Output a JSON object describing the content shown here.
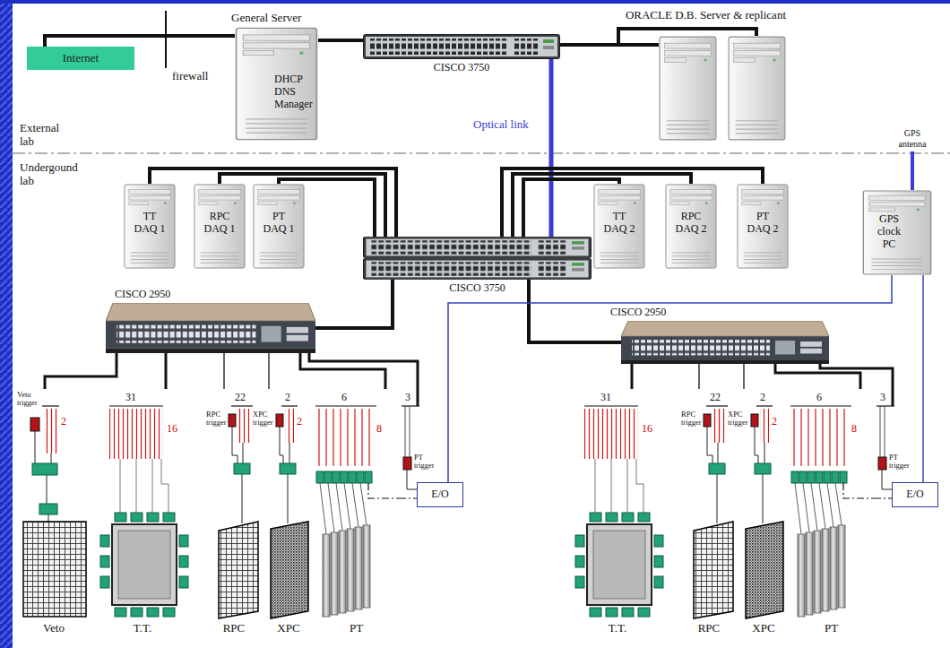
{
  "diagram": {
    "nodes": [
      {
        "text": [
          "Internet"
        ]
      },
      {
        "text": [
          "General Server",
          "DHCP DNS Manager"
        ]
      },
      {
        "text": [
          "CISCO 3750"
        ]
      },
      {
        "text": [
          "ORACLE D.B. Server & replicant"
        ]
      },
      {
        "text": [
          "GPS antenna"
        ]
      },
      {
        "text": [
          "TT DAQ 1"
        ]
      },
      {
        "text": [
          "RPC DAQ 1"
        ]
      },
      {
        "text": [
          "PT DAQ 1"
        ]
      },
      {
        "text": [
          "TT DAQ 2"
        ]
      },
      {
        "text": [
          "RPC DAQ 2"
        ]
      },
      {
        "text": [
          "PT DAQ 2"
        ]
      },
      {
        "text": [
          "GPS clock PC"
        ]
      },
      {
        "text": [
          "CISCO 3750"
        ]
      },
      {
        "text": [
          "CISCO 2950"
        ]
      },
      {
        "text": [
          "CISCO 2950"
        ]
      },
      {
        "text": [
          "Veto"
        ]
      },
      {
        "text": [
          "T.T."
        ]
      },
      {
        "text": [
          "RPC"
        ]
      },
      {
        "text": [
          "XPC"
        ]
      },
      {
        "text": [
          "PT"
        ]
      },
      {
        "text": [
          "E/O"
        ]
      },
      {
        "text": [
          "T.T."
        ]
      },
      {
        "text": [
          "RPC"
        ]
      },
      {
        "text": [
          "XPC"
        ]
      },
      {
        "text": [
          "PT"
        ]
      },
      {
        "text": [
          "E/O"
        ]
      }
    ],
    "edges": [
      {
        "from": 0,
        "to": 1,
        "arrow": "none"
      },
      {
        "from": 1,
        "to": 2,
        "arrow": "none"
      },
      {
        "from": 2,
        "to": 3,
        "arrow": "none"
      },
      {
        "from": 2,
        "to": 12,
        "label": "Optical link",
        "arrow": "none"
      },
      {
        "from": 4,
        "to": 11,
        "arrow": "none"
      },
      {
        "from": 5,
        "to": 12,
        "arrow": "none"
      },
      {
        "from": 6,
        "to": 12,
        "arrow": "none"
      },
      {
        "from": 7,
        "to": 12,
        "arrow": "none"
      },
      {
        "from": 8,
        "to": 12,
        "arrow": "none"
      },
      {
        "from": 9,
        "to": 12,
        "arrow": "none"
      },
      {
        "from": 10,
        "to": 12,
        "arrow": "none"
      },
      {
        "from": 12,
        "to": 13,
        "arrow": "none"
      },
      {
        "from": 12,
        "to": 14,
        "arrow": "none"
      },
      {
        "from": 11,
        "to": 20,
        "arrow": "none"
      },
      {
        "from": 11,
        "to": 25,
        "arrow": "none"
      },
      {
        "from": 13,
        "to": 15,
        "arrow": "none"
      },
      {
        "from": 13,
        "to": 16,
        "arrow": "none"
      },
      {
        "from": 13,
        "to": 17,
        "arrow": "none"
      },
      {
        "from": 13,
        "to": 18,
        "arrow": "none"
      },
      {
        "from": 13,
        "to": 19,
        "arrow": "none"
      },
      {
        "from": 19,
        "to": 20,
        "arrow": "none"
      },
      {
        "from": 14,
        "to": 21,
        "arrow": "none"
      },
      {
        "from": 14,
        "to": 22,
        "arrow": "none"
      },
      {
        "from": 14,
        "to": 23,
        "arrow": "none"
      },
      {
        "from": 14,
        "to": 24,
        "arrow": "none"
      },
      {
        "from": 24,
        "to": 25,
        "arrow": "none"
      }
    ],
    "labels": [
      "firewall",
      "External lab",
      "Undergound lab",
      "Veto trigger",
      "2",
      "31",
      "16",
      "22",
      "RPC trigger",
      "2",
      "XPC trigger",
      "2",
      "6",
      "8",
      "3",
      "PT trigger",
      "31",
      "16",
      "22",
      "RPC trigger",
      "2",
      "XPC trigger",
      "2",
      "6",
      "8",
      "3",
      "PT trigger"
    ]
  }
}
